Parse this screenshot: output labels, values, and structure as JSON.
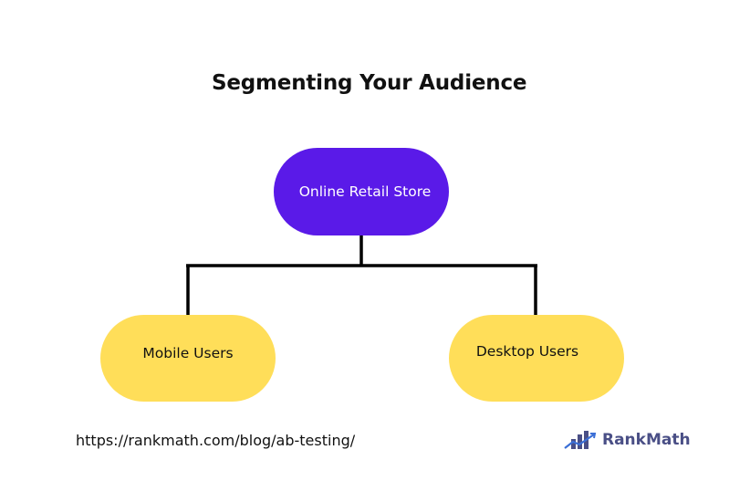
{
  "title": "Segmenting Your Audience",
  "nodes": {
    "root": "Online Retail Store",
    "left": "Mobile Users",
    "right": "Desktop Users"
  },
  "url": "https://rankmath.com/blog/ab-testing/",
  "brand": {
    "name": "RankMath",
    "icon": "bar-chart-logo-icon"
  },
  "colors": {
    "root_fill": "#5a1ae8",
    "child_fill": "#ffde59",
    "connector": "#000000",
    "brand": "#4a4f86"
  }
}
